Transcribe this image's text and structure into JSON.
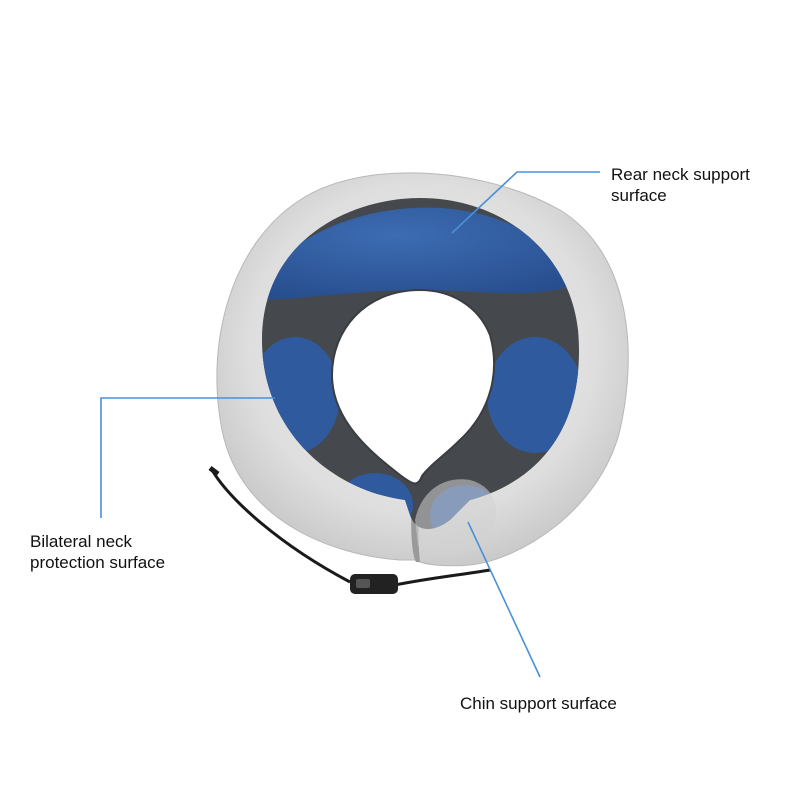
{
  "labels": {
    "rear": {
      "line1": "Rear neck support",
      "line2": "surface"
    },
    "bilateral": {
      "line1": "Bilateral neck",
      "line2": "protection surface"
    },
    "chin": {
      "line1": "Chin support surface"
    }
  },
  "colors": {
    "callout_line": "#4a90d9",
    "pillow_blue": "#2f5a9e",
    "pillow_dark": "#45484c",
    "pillow_gray": "#d9d9d9",
    "strap": "#1a1a1a"
  }
}
